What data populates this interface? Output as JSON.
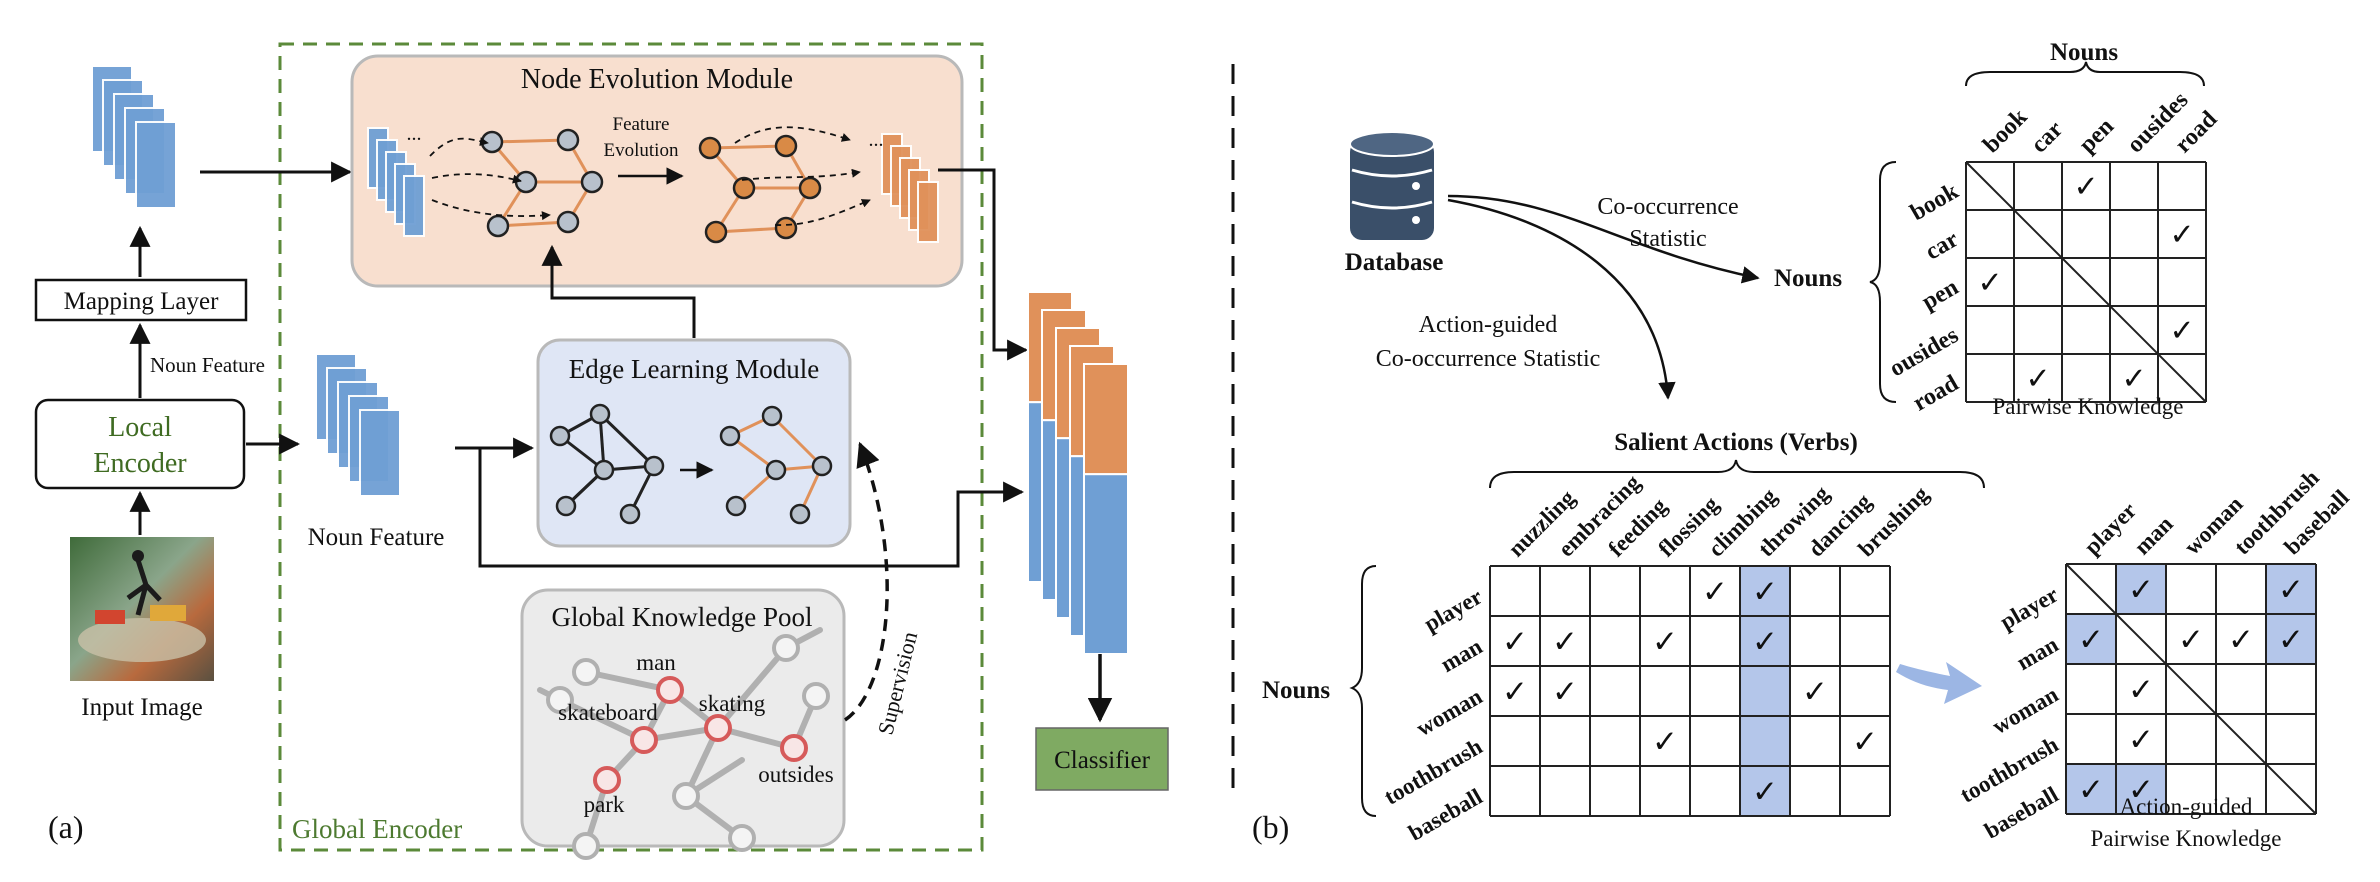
{
  "panel_a": {
    "label": "(a)",
    "mapping_layer": "Mapping Layer",
    "noun_feature_small": "Noun Feature",
    "local_encoder_line1": "Local",
    "local_encoder_line2": "Encoder",
    "input_image": "Input Image",
    "noun_feature": "Noun Feature",
    "global_encoder": "Global Encoder",
    "node_evolution": "Node Evolution Module",
    "feature_evolution_line1": "Feature",
    "feature_evolution_line2": "Evolution",
    "ellipsis": "...",
    "edge_learning": "Edge Learning Module",
    "global_knowledge_pool": "Global Knowledge Pool",
    "supervision": "Supervision",
    "pool_words": {
      "man": "man",
      "skateboard": "skateboard",
      "skating": "skating",
      "park": "park",
      "outsides": "outsides"
    },
    "classifier": "Classifier"
  },
  "panel_b": {
    "label": "(b)",
    "database": "Database",
    "cooccurrence_line1": "Co-occurrence",
    "cooccurrence_line2": "Statistic",
    "action_guided_line1": "Action-guided",
    "action_guided_line2": "Co-occurrence Statistic",
    "nouns_label": "Nouns",
    "noun_matrix": {
      "top_label": "Nouns",
      "cols": [
        "book",
        "car",
        "pen",
        "ousides",
        "road"
      ],
      "rows": [
        "book",
        "car",
        "pen",
        "ousides",
        "road"
      ],
      "checks": [
        [
          0,
          2
        ],
        [
          1,
          4
        ],
        [
          2,
          0
        ],
        [
          3,
          4
        ],
        [
          4,
          1
        ],
        [
          4,
          3
        ]
      ],
      "caption": "Pairwise Knowledge"
    },
    "verb_matrix": {
      "top_label": "Salient Actions (Verbs)",
      "side_label": "Nouns",
      "cols": [
        "nuzzling",
        "embracing",
        "feeding",
        "flossing",
        "climbing",
        "throwing",
        "dancing",
        "brushing"
      ],
      "rows": [
        "player",
        "man",
        "woman",
        "toothbrush",
        "baseball"
      ],
      "highlight_col": 5,
      "checks": [
        [
          0,
          4
        ],
        [
          0,
          5
        ],
        [
          1,
          0
        ],
        [
          1,
          1
        ],
        [
          1,
          3
        ],
        [
          1,
          5
        ],
        [
          2,
          0
        ],
        [
          2,
          1
        ],
        [
          2,
          6
        ],
        [
          3,
          3
        ],
        [
          3,
          7
        ],
        [
          4,
          5
        ]
      ]
    },
    "action_matrix": {
      "cols": [
        "player",
        "man",
        "woman",
        "toothbrush",
        "baseball"
      ],
      "rows": [
        "player",
        "man",
        "woman",
        "toothbrush",
        "baseball"
      ],
      "checks": [
        [
          0,
          1
        ],
        [
          0,
          4
        ],
        [
          1,
          0
        ],
        [
          1,
          2
        ],
        [
          1,
          3
        ],
        [
          1,
          4
        ],
        [
          2,
          1
        ],
        [
          3,
          1
        ],
        [
          4,
          0
        ],
        [
          4,
          1
        ]
      ],
      "highlights": [
        [
          0,
          1
        ],
        [
          0,
          4
        ],
        [
          1,
          0
        ],
        [
          1,
          4
        ],
        [
          4,
          0
        ],
        [
          4,
          1
        ]
      ],
      "caption_line1": "Action-guided",
      "caption_line2": "Pairwise Knowledge"
    },
    "check_glyph": "✓"
  },
  "colors": {
    "blue_feature": "#6f9fd4",
    "orange_feature": "#e0915a",
    "node_orange": "#d98a46",
    "node_gray": "#b8c1cc",
    "pink_box": "#f8dfcf",
    "lavender_box": "#dfe6f5",
    "gray_box": "#ebebeb",
    "green_dash": "#5b8a3a",
    "classifier_green": "#7faa62",
    "highlight_blue": "#b4c6ea",
    "red_circle": "#d65a5a"
  }
}
